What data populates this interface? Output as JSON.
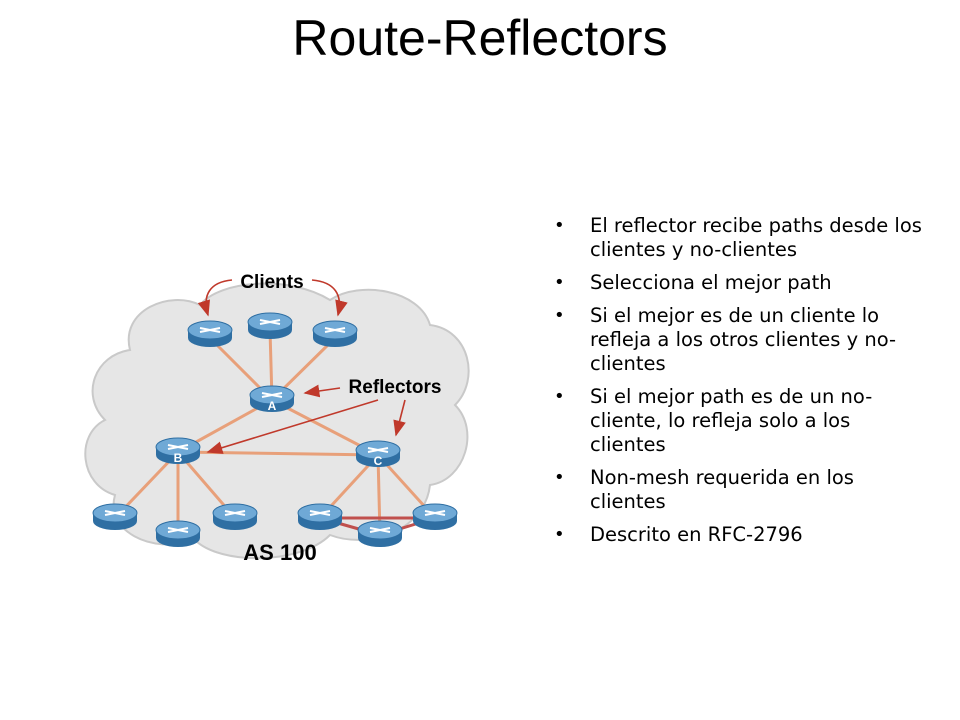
{
  "slide": {
    "title": "Route-Reflectors"
  },
  "diagram": {
    "clients_label": "Clients",
    "reflectors_label": "Reflectors",
    "as_label": "AS 100",
    "router_labels": {
      "a": "A",
      "b": "B",
      "c": "C"
    },
    "colors": {
      "cloud_fill": "#e6e6e6",
      "cloud_stroke": "#c9c9c9",
      "router_fill": "#2f6fa3",
      "router_top": "#6fa9d6",
      "link": "#e8a07a",
      "link_dark": "#c0504d",
      "arrow": "#c0392b"
    }
  },
  "bullets": [
    "El reflector recibe paths desde los clientes y no-clientes",
    "Selecciona el mejor path",
    "Si el mejor es de un cliente lo refleja a los otros clientes y no-clientes",
    "Si el mejor path es de un no-cliente, lo refleja solo a los clientes",
    "Non-mesh requerida en los clientes",
    "Descrito en RFC-2796"
  ],
  "bullet_symbol": "•"
}
